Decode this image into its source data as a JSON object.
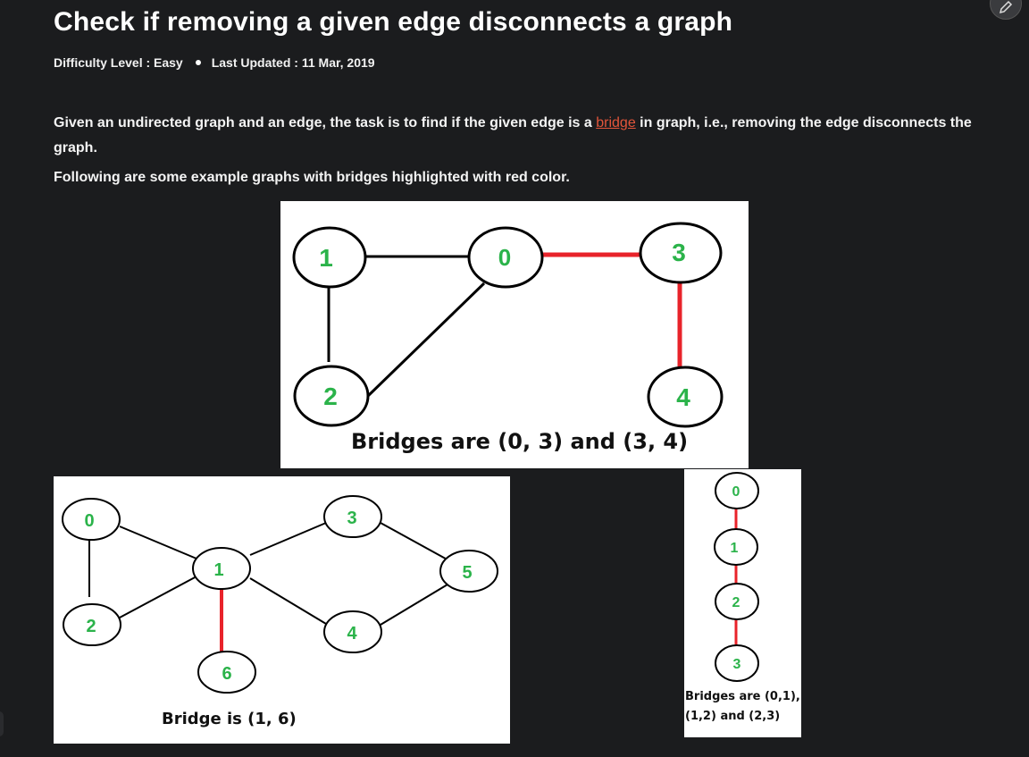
{
  "article": {
    "title": "Check if removing a given edge disconnects a graph",
    "difficulty": "Difficulty Level : Easy",
    "updated": "Last Updated : 11 Mar, 2019",
    "intro_before": "Given an undirected graph and an edge, the task is to find if the given edge is a ",
    "intro_link": "bridge",
    "intro_after": " in graph, i.e., removing the edge disconnects the graph.",
    "followup": "Following are some example graphs with bridges highlighted with red color."
  },
  "figures": {
    "fig1": {
      "nodes": [
        "1",
        "0",
        "3",
        "2",
        "4"
      ],
      "caption": "Bridges are (0, 3) and (3, 4)"
    },
    "fig2": {
      "nodes": [
        "0",
        "2",
        "1",
        "3",
        "4",
        "5",
        "6"
      ],
      "caption": "Bridge is (1, 6)"
    },
    "fig3": {
      "nodes": [
        "0",
        "1",
        "2",
        "3"
      ],
      "caption_line1": "Bridges are (0,1),",
      "caption_line2": "(1,2) and (2,3)"
    }
  },
  "colors": {
    "background": "#1b1c1e",
    "link": "#e2553a",
    "bridge_edge": "#e8232a",
    "node_label": "#2bb34a"
  },
  "icons": {
    "edit": "pencil-icon"
  }
}
